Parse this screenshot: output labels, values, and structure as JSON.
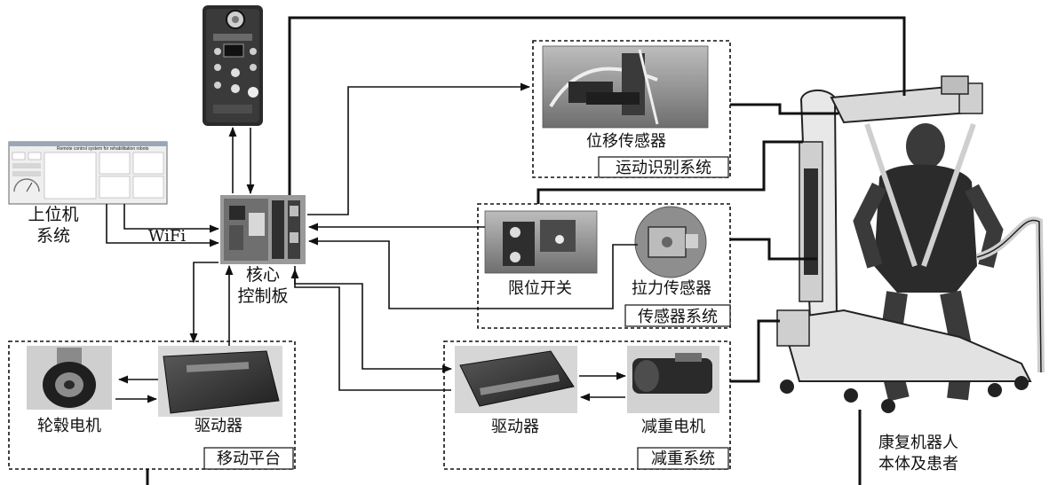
{
  "labels": {
    "host_line1": "上位机",
    "host_line2": "系统",
    "wifi": "WiFi",
    "core_line1": "核心",
    "core_line2": "控制板",
    "displacement_sensor": "位移传感器",
    "motion_recognition_system": "运动识别系统",
    "limit_switch": "限位开关",
    "tension_sensor": "拉力传感器",
    "sensor_system": "传感器系统",
    "wheel_motor": "轮毂电机",
    "driver_mobile": "驱动器",
    "mobile_platform": "移动平台",
    "driver_weight": "驱动器",
    "weight_motor": "减重电机",
    "weight_reduction_system": "减重系统",
    "robot_line1": "康复机器人",
    "robot_line2": "本体及患者",
    "host_screen_title": "Remote control system for rehabilitation robots"
  }
}
